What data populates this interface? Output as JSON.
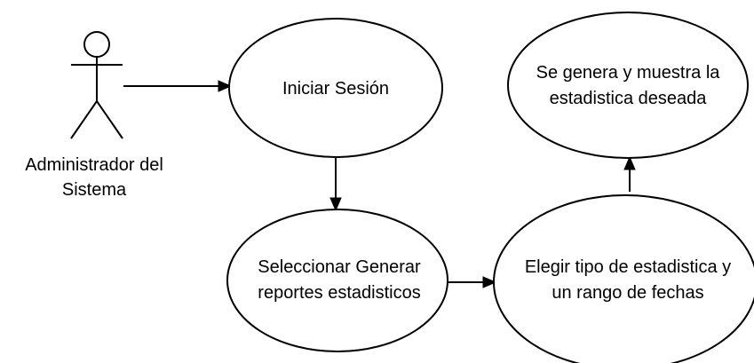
{
  "actor": {
    "name_line1": "Administrador del",
    "name_line2": "Sistema"
  },
  "use_cases": {
    "login": {
      "line1": "Iniciar Sesión"
    },
    "select_reports": {
      "line1": "Seleccionar Generar",
      "line2": "reportes estadisticos"
    },
    "choose_type": {
      "line1": "Elegir tipo de estadistica y",
      "line2": "un rango de fechas"
    },
    "show_stats": {
      "line1": "Se genera y muestra la",
      "line2": "estadistica deseada"
    }
  },
  "colors": {
    "stroke": "#000000",
    "fill": "#ffffff",
    "background": "#ffffff"
  }
}
